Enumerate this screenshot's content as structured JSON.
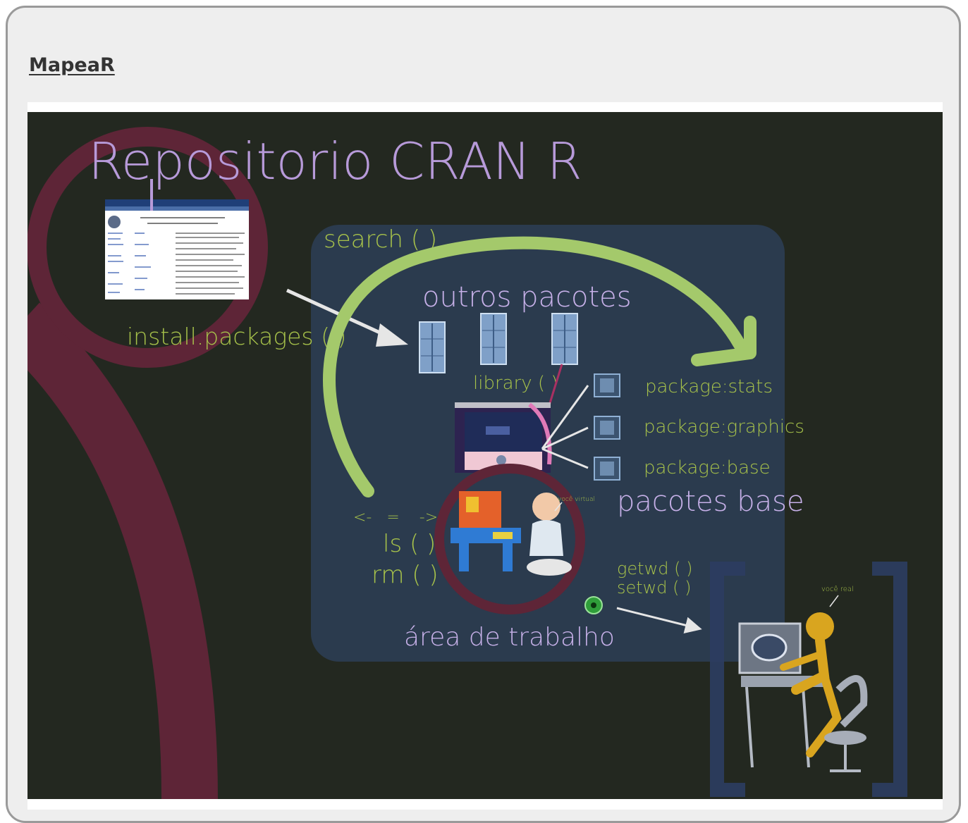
{
  "page": {
    "title": "MapeaR"
  },
  "diagram": {
    "heading": "Repositorio CRAN R",
    "labels": {
      "search": "search ( )",
      "install": "install.packages ( )",
      "outros_pacotes": "outros pacotes",
      "library": "library ( )",
      "package_stats": "package:stats",
      "package_graphics": "package:graphics",
      "package_base": "package:base",
      "pacotes_base": "pacotes base",
      "assign": "<-   =    ->",
      "ls": "ls ( )",
      "rm": "rm ( )",
      "getwd": "getwd ( )",
      "setwd": "setwd ( )",
      "area_trabalho": "área de trabalho",
      "voce_virtual": "você virtual",
      "voce_real": "você real"
    },
    "colors": {
      "background": "#232820",
      "panel": "#2c3d52",
      "maroon": "#5e2537",
      "heading": "#b79ad9",
      "yellow_green": "#a7c24a",
      "lavender": "#c6b0e8",
      "green_arrow": "#a4c96b"
    },
    "icons": [
      "r-logo-icon",
      "bookshelf-icon",
      "package-box-icon",
      "green-orb-icon",
      "computer-user-icon",
      "toy-workbench-icon"
    ]
  }
}
